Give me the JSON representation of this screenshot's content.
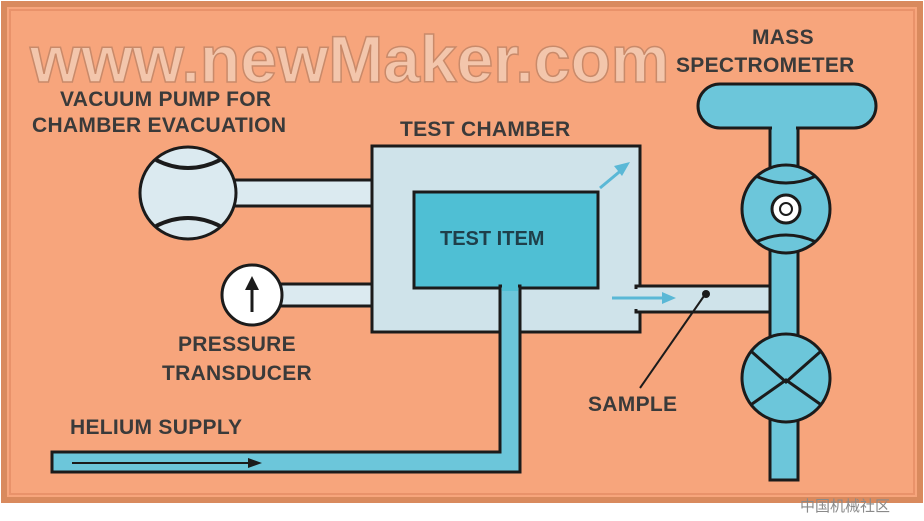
{
  "watermark": "www.newMaker.com",
  "source_credit": "中国机械社区",
  "labels": {
    "vacuum_pump_line1": "VACUUM PUMP FOR",
    "vacuum_pump_line2": "CHAMBER EVACUATION",
    "test_chamber": "TEST CHAMBER",
    "test_item": "TEST ITEM",
    "mass_spec_line1": "MASS",
    "mass_spec_line2": "SPECTROMETER",
    "pressure_line1": "PRESSURE",
    "pressure_line2": "TRANSDUCER",
    "sample": "SAMPLE",
    "helium_supply": "HELIUM SUPPLY"
  },
  "icons": {
    "pressure_gauge": "up-arrow-gauge-icon",
    "vacuum_pump": "pump-icon",
    "spectrometer_valve": "valve-icon"
  },
  "colors": {
    "background": "#f7a57c",
    "border": "#d98a5e",
    "chamber_fill": "#cfe3ea",
    "test_item_fill": "#4fbfd4",
    "pipe_fill": "#6cc6da",
    "outline": "#1b1b1b",
    "label_text": "#3a3a3a"
  }
}
